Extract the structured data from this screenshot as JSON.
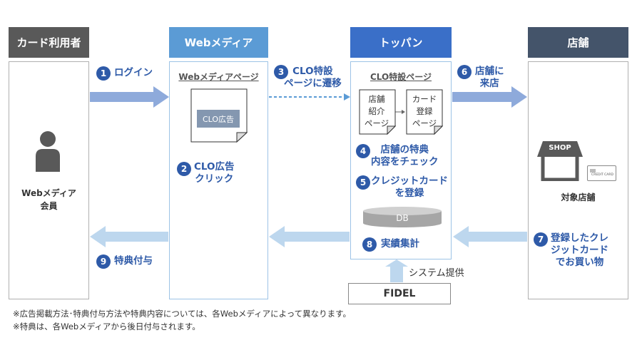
{
  "headers": {
    "card_user": "カード利用者",
    "web_media": "Webメディア",
    "toppan": "トッパン",
    "store": "店舗"
  },
  "card_user": {
    "member_label": [
      "Webメディア",
      "会員"
    ]
  },
  "web_media": {
    "page_title": "Webメディアページ",
    "ad_label": "CLO広告"
  },
  "toppan": {
    "page_title": "CLO特設ページ",
    "store_intro_page": [
      "店舗",
      "紹介",
      "ページ"
    ],
    "card_register_page": [
      "カード",
      "登録",
      "ページ"
    ],
    "db_label": "DB"
  },
  "store": {
    "shop_sign": "SHOP",
    "credit_card_label": "CREDIT CARD",
    "target_store": "対象店舗"
  },
  "steps": [
    {
      "num": "1",
      "lines": [
        "ログイン"
      ]
    },
    {
      "num": "2",
      "lines": [
        "CLO広告",
        "クリック"
      ]
    },
    {
      "num": "3",
      "lines": [
        "CLO特設",
        "ページに遷移"
      ]
    },
    {
      "num": "4",
      "lines": [
        "店舗の特典",
        "内容をチェック"
      ]
    },
    {
      "num": "5",
      "lines": [
        "クレジットカード",
        "を登録"
      ]
    },
    {
      "num": "6",
      "lines": [
        "店舗に",
        "来店"
      ]
    },
    {
      "num": "7",
      "lines": [
        "登録したクレ",
        "ジットカード",
        "でお買い物"
      ]
    },
    {
      "num": "8",
      "lines": [
        "実績集計"
      ]
    },
    {
      "num": "9",
      "lines": [
        "特典付与"
      ]
    }
  ],
  "fidel": {
    "label": "FIDEL",
    "system_label": "システム提供"
  },
  "notes": [
    "※広告掲載方法･特典付与方法や特典内容については、各Webメディアによって異なります。",
    "※特典は、各Webメディアから後日付与されます。"
  ],
  "colors": {
    "header_gray": "#595959",
    "header_lightblue": "#5b9bd5",
    "header_blue": "#3a6fc8",
    "header_navy": "#44546a",
    "arrow_blue": "#8eaadb",
    "arrow_light": "#bdd7ee",
    "step_blue": "#2e5aa8"
  }
}
